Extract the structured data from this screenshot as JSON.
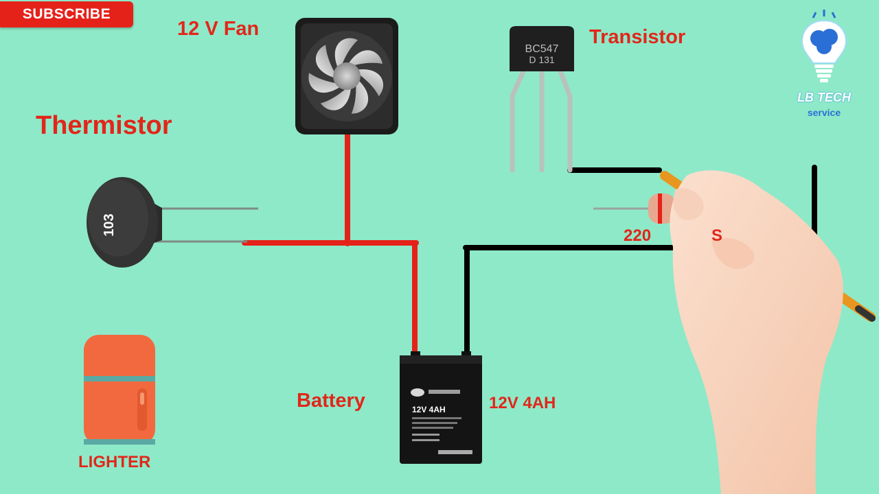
{
  "subscribe_label": "SUBSCRIBE",
  "labels": {
    "fan": "12 V Fan",
    "transistor": "Transistor",
    "thermistor": "Thermistor",
    "resistor": "220",
    "resistor_tail": "S",
    "battery": "Battery",
    "battery_rating": "12V 4AH",
    "lighter": "LIGHTER"
  },
  "component_text": {
    "thermistor_code": "103",
    "transistor_line1": "BC547",
    "transistor_line2": "D 131",
    "battery_face": "12V 4AH"
  },
  "logo": {
    "title": "LB TECH",
    "subtitle": "service"
  },
  "colors": {
    "background": "#8ee9c8",
    "label": "#e2261a",
    "wire_positive": "#e5221a",
    "wire_negative": "#000000"
  }
}
